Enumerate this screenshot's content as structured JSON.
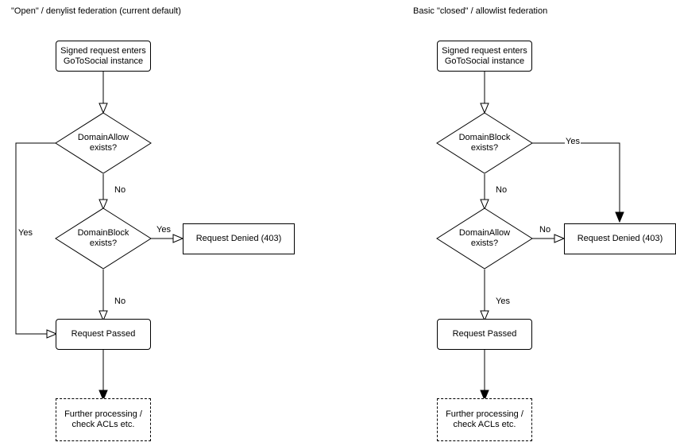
{
  "diagrams": [
    {
      "title": "\"Open\" / denylist federation (current default)",
      "nodes": {
        "entry": "Signed request enters\nGoToSocial instance",
        "decision1": "DomainAllow\nexists?",
        "decision2": "DomainBlock\nexists?",
        "denied": "Request Denied (403)",
        "passed": "Request Passed",
        "further": "Further processing /\ncheck ACLs etc."
      },
      "edge_labels": {
        "allow_yes": "Yes",
        "allow_no": "No",
        "block_yes": "Yes",
        "block_no": "No"
      }
    },
    {
      "title": "Basic \"closed\" / allowlist federation",
      "nodes": {
        "entry": "Signed request enters\nGoToSocial instance",
        "decision1": "DomainBlock\nexists?",
        "decision2": "DomainAllow\nexists?",
        "denied": "Request Denied (403)",
        "passed": "Request Passed",
        "further": "Further processing /\ncheck ACLs etc."
      },
      "edge_labels": {
        "block_yes": "Yes",
        "block_no": "No",
        "allow_no": "No",
        "allow_yes": "Yes"
      }
    }
  ],
  "colors": {
    "stroke": "#000000",
    "fill": "#ffffff",
    "text": "#000000"
  }
}
